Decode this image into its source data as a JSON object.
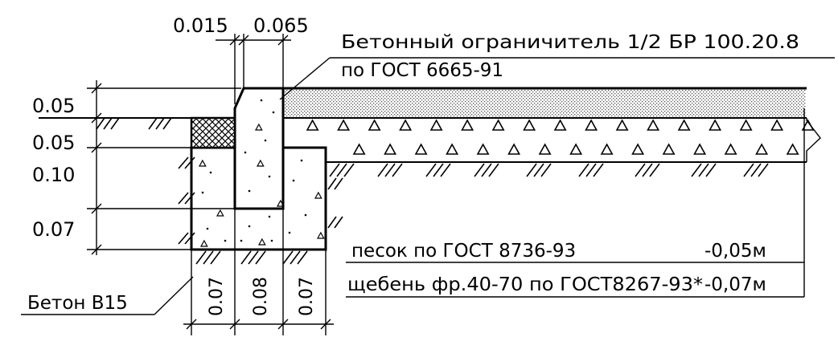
{
  "dimensions": {
    "top_left": "0.015",
    "top_right": "0.065",
    "left": [
      "0.05",
      "0.05",
      "0.10",
      "0.07"
    ],
    "bottom": [
      "0.07",
      "0.08",
      "0.07"
    ]
  },
  "labels": {
    "curb_line1": "Бетонный ограничитель 1/2 БР 100.20.8",
    "curb_line2": "по ГОСТ 6665-91",
    "concrete": "Бетон В15",
    "sand": "песок по ГОСТ 8736-93",
    "sand_value": "-0,05м",
    "gravel": "щебень фр.40-70 по ГОСТ8267-93*",
    "gravel_value": "-0,07м"
  },
  "colors": {
    "line": "#000000",
    "sand_fill": "#c8c8c8"
  }
}
